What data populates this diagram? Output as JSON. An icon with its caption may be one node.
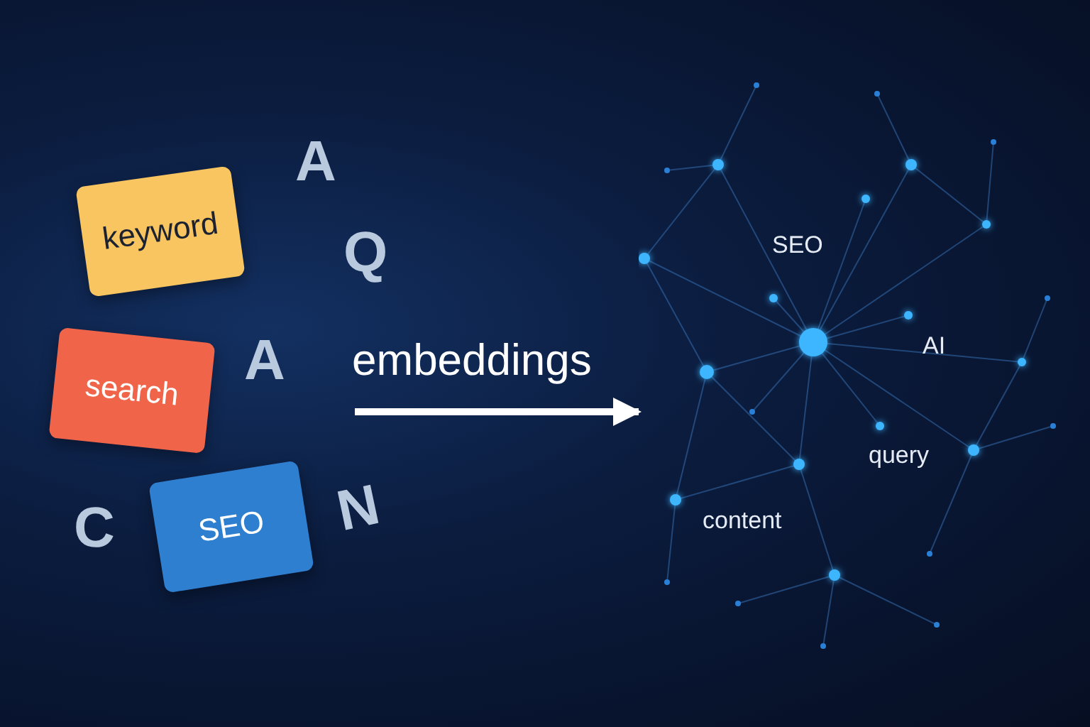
{
  "diagram": {
    "nodes": [
      {
        "text": [
          "keyword"
        ]
      },
      {
        "text": [
          "search"
        ]
      },
      {
        "text": [
          "SEO"
        ]
      },
      {
        "text": [],
        "shape": "picture"
      }
    ],
    "edges": [
      {
        "from": null,
        "to": 3,
        "arrow": "to",
        "label": "embeddings"
      }
    ],
    "labels": [
      "A",
      "Q",
      "A",
      "C",
      "N",
      "SEO",
      "AI",
      "query",
      "content"
    ]
  }
}
